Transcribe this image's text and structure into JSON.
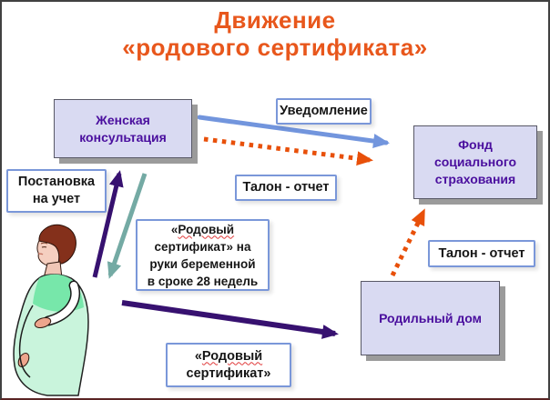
{
  "title": {
    "lines": [
      "Движение",
      "«родового сертификата»"
    ],
    "color": "#e8571c"
  },
  "boxes": {
    "consultation": {
      "lines": [
        "Женская",
        "консультация"
      ],
      "kind": "institution"
    },
    "notification": {
      "label": "Уведомление",
      "kind": "document"
    },
    "fund": {
      "lines": [
        "Фонд",
        "социального",
        "страхования"
      ],
      "kind": "institution"
    },
    "registration": {
      "lines": [
        "Постановка",
        "на учет"
      ],
      "kind": "document"
    },
    "talon_top": {
      "label": "Талон - отчет",
      "kind": "document"
    },
    "certificate_issue": {
      "quote": "«",
      "word": "Родовый",
      "lines": [
        "сертификат» на",
        "руки беременной",
        "в сроке 28 недель"
      ],
      "kind": "document"
    },
    "talon_right": {
      "label": "Талон - отчет",
      "kind": "document"
    },
    "maternity": {
      "label": "Родильный дом",
      "kind": "institution"
    },
    "certificate": {
      "quote": "«",
      "word": "Родовый",
      "line2": "сертификат»",
      "kind": "document"
    }
  },
  "edges": [
    {
      "name": "notification-arrow",
      "from": "consultation",
      "to": "fund",
      "style": "solid",
      "color": "#7295dd",
      "label": "Уведомление"
    },
    {
      "name": "talon-report-arrow-top",
      "from": "consultation",
      "to": "fund",
      "style": "dotted",
      "color": "#e8500a",
      "label": "Талон - отчет"
    },
    {
      "name": "registration-arrow",
      "from": "pregnant-woman",
      "to": "consultation",
      "style": "solid",
      "color": "#371170",
      "label": "Постановка на учет"
    },
    {
      "name": "certificate-issue-arrow",
      "from": "consultation",
      "to": "pregnant-woman",
      "style": "solid",
      "color": "#74aaa4",
      "label": "«Родовый сертификат» на руки беременной в сроке 28 недель"
    },
    {
      "name": "certificate-arrow",
      "from": "pregnant-woman",
      "to": "maternity",
      "style": "solid",
      "color": "#371170",
      "label": "«Родовый сертификат»"
    },
    {
      "name": "talon-report-arrow-right",
      "from": "maternity",
      "to": "fund",
      "style": "dotted",
      "color": "#e8500a",
      "label": "Талон - отчет"
    }
  ],
  "illustration": {
    "name": "pregnant-woman-illustration"
  },
  "colors": {
    "accent_orange": "#e8571c",
    "node_fill": "#d9daf2",
    "node_text": "#4a0f9e",
    "doc_border": "#7a97d9",
    "arrow_blue": "#7295dd",
    "arrow_orange": "#e8500a",
    "arrow_purple": "#371170",
    "arrow_teal": "#74aaa4",
    "shadow": "#9b9b9b"
  }
}
